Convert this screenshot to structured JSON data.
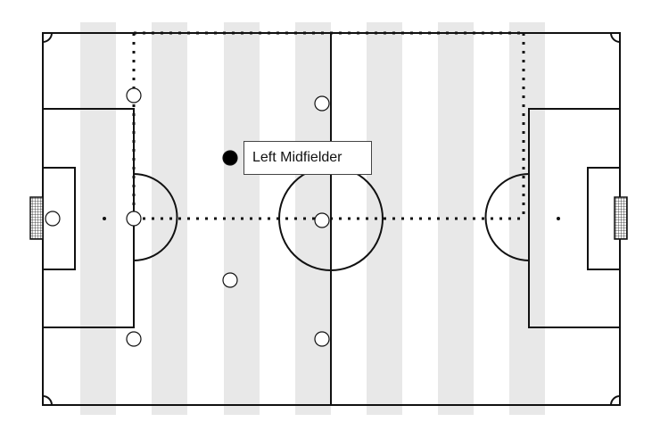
{
  "diagram": {
    "type": "football-pitch-formation",
    "colors": {
      "stripe": "#e8e8e8",
      "line": "#111111",
      "player_selected": "#000000",
      "player_default": "#ffffff"
    }
  },
  "tooltip": {
    "label": "Left Midfielder"
  },
  "players": [
    {
      "id": "goalkeeper",
      "selected": false
    },
    {
      "id": "defender-top",
      "selected": false
    },
    {
      "id": "defender-center",
      "selected": false
    },
    {
      "id": "defender-bottom",
      "selected": false
    },
    {
      "id": "left-midfielder",
      "selected": true
    },
    {
      "id": "midfielder-bottom",
      "selected": false
    },
    {
      "id": "forward-top",
      "selected": false
    },
    {
      "id": "forward-center",
      "selected": false
    },
    {
      "id": "forward-bottom",
      "selected": false
    }
  ]
}
